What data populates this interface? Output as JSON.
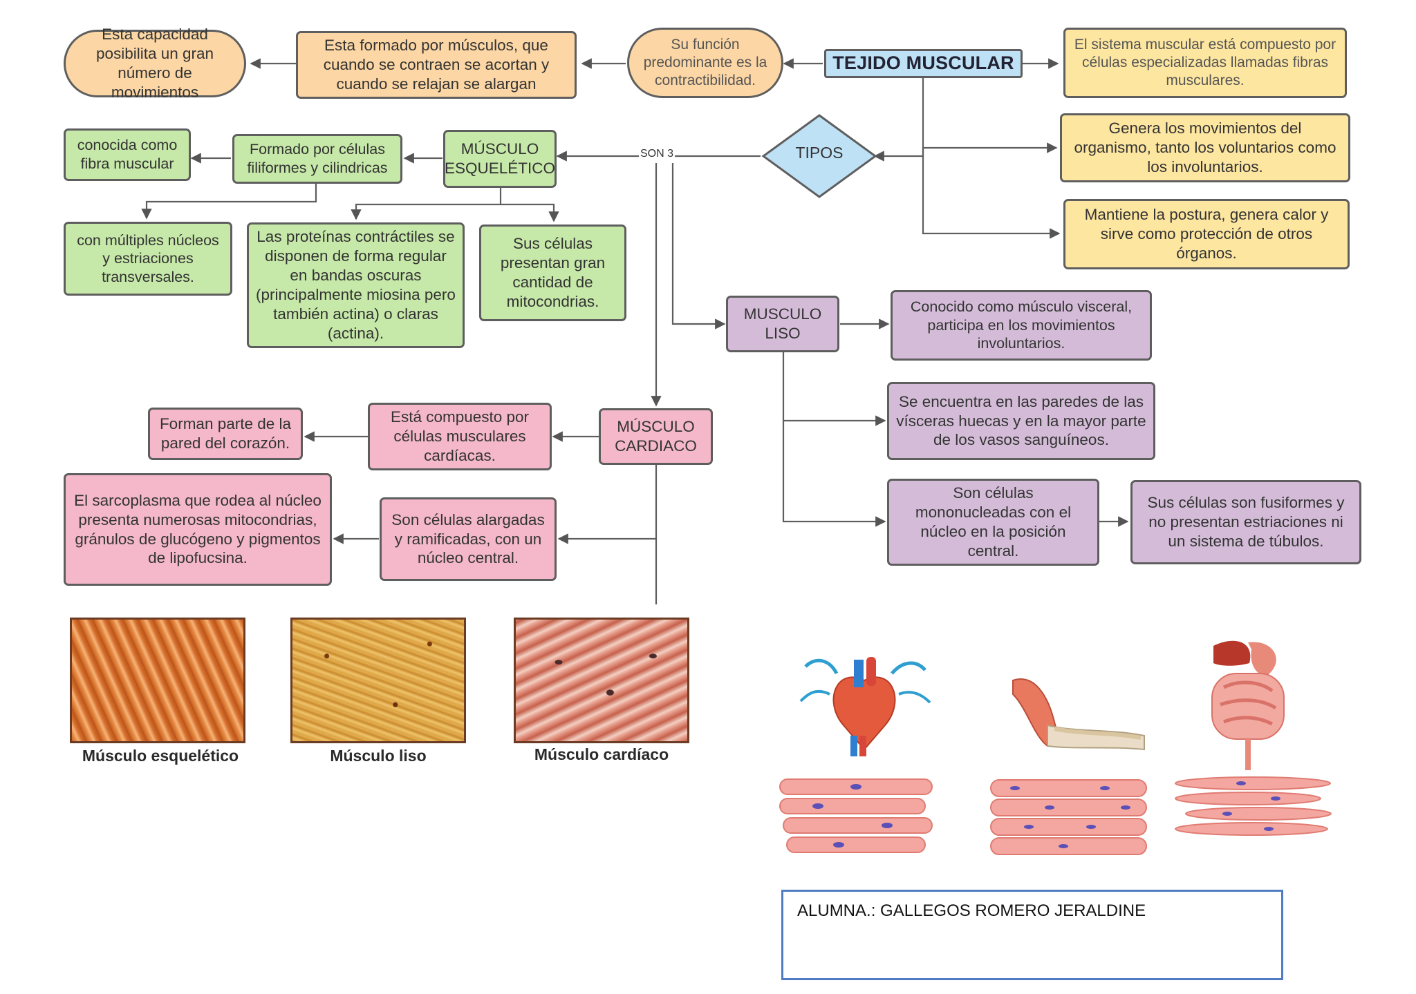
{
  "diagram": {
    "title": "TEJIDO MUSCULAR",
    "nodes": {
      "capacidad": "Esta capacidad posibilita un gran número de movimientos",
      "formado_musculos": "Esta formado por músculos, que cuando se contraen se acortan y cuando se relajan se alargan",
      "funcion": "Su función predominante es la contractibilidad.",
      "sistema": "El sistema muscular está compuesto por células especializadas llamadas fibras musculares.",
      "genera": "Genera los movimientos del organismo, tanto los voluntarios como los involuntarios.",
      "mantiene": "Mantiene la postura, genera calor y sirve como protección de otros órganos.",
      "tipos": "TIPOS",
      "son3": "SON 3",
      "esqueletico": "MÚSCULO ESQUELÉTICO",
      "filiformes": "Formado por células filiformes y cilindricas",
      "fibra": "conocida como fibra muscular",
      "nucleos": "con múltiples núcleos y estriaciones transversales.",
      "proteinas": "Las proteínas contráctiles se disponen de forma regular en bandas oscuras (principalmente miosina pero también actina) o claras (actina).",
      "mitocondrias": "Sus células presentan gran cantidad de mitocondrias.",
      "liso": "MUSCULO LISO",
      "visceral": "Conocido como músculo visceral, participa en los movimientos involuntarios.",
      "paredes": "Se encuentra en las paredes de las vísceras huecas y en la mayor parte de los vasos sanguíneos.",
      "mononucleadas": "Son células mononucleadas con el núcleo en la posición central.",
      "fusiformes": "Sus células son fusiformes y no presentan estriaciones ni un sistema de túbulos.",
      "cardiaco": "MÚSCULO CARDIACO",
      "compuesto_cardiacas": "Está compuesto por células musculares cardíacas.",
      "corazon": "Forman parte de la pared del corazón.",
      "alargadas": "Son células alargadas y ramificadas, con un núcleo central.",
      "sarcoplasma": "El sarcoplasma que rodea al núcleo presenta numerosas mitocondrias, gránulos de glucógeno y pigmentos de lipofucsina."
    }
  },
  "images": {
    "captions": [
      "Músculo esquelético",
      "Músculo liso",
      "Músculo cardíaco"
    ]
  },
  "illustrations": [
    "heart-illustration",
    "arm-muscle-illustration",
    "digestive-organs-illustration"
  ],
  "student": {
    "label": "ALUMNA.: GALLEGOS ROMERO JERALDINE"
  },
  "colors": {
    "orange": "#fcd6a4",
    "yellow": "#fde6a0",
    "green": "#c6e8a8",
    "purple": "#d4bcd8",
    "pink": "#f4b8ca",
    "blue": "#bfe1f6"
  }
}
